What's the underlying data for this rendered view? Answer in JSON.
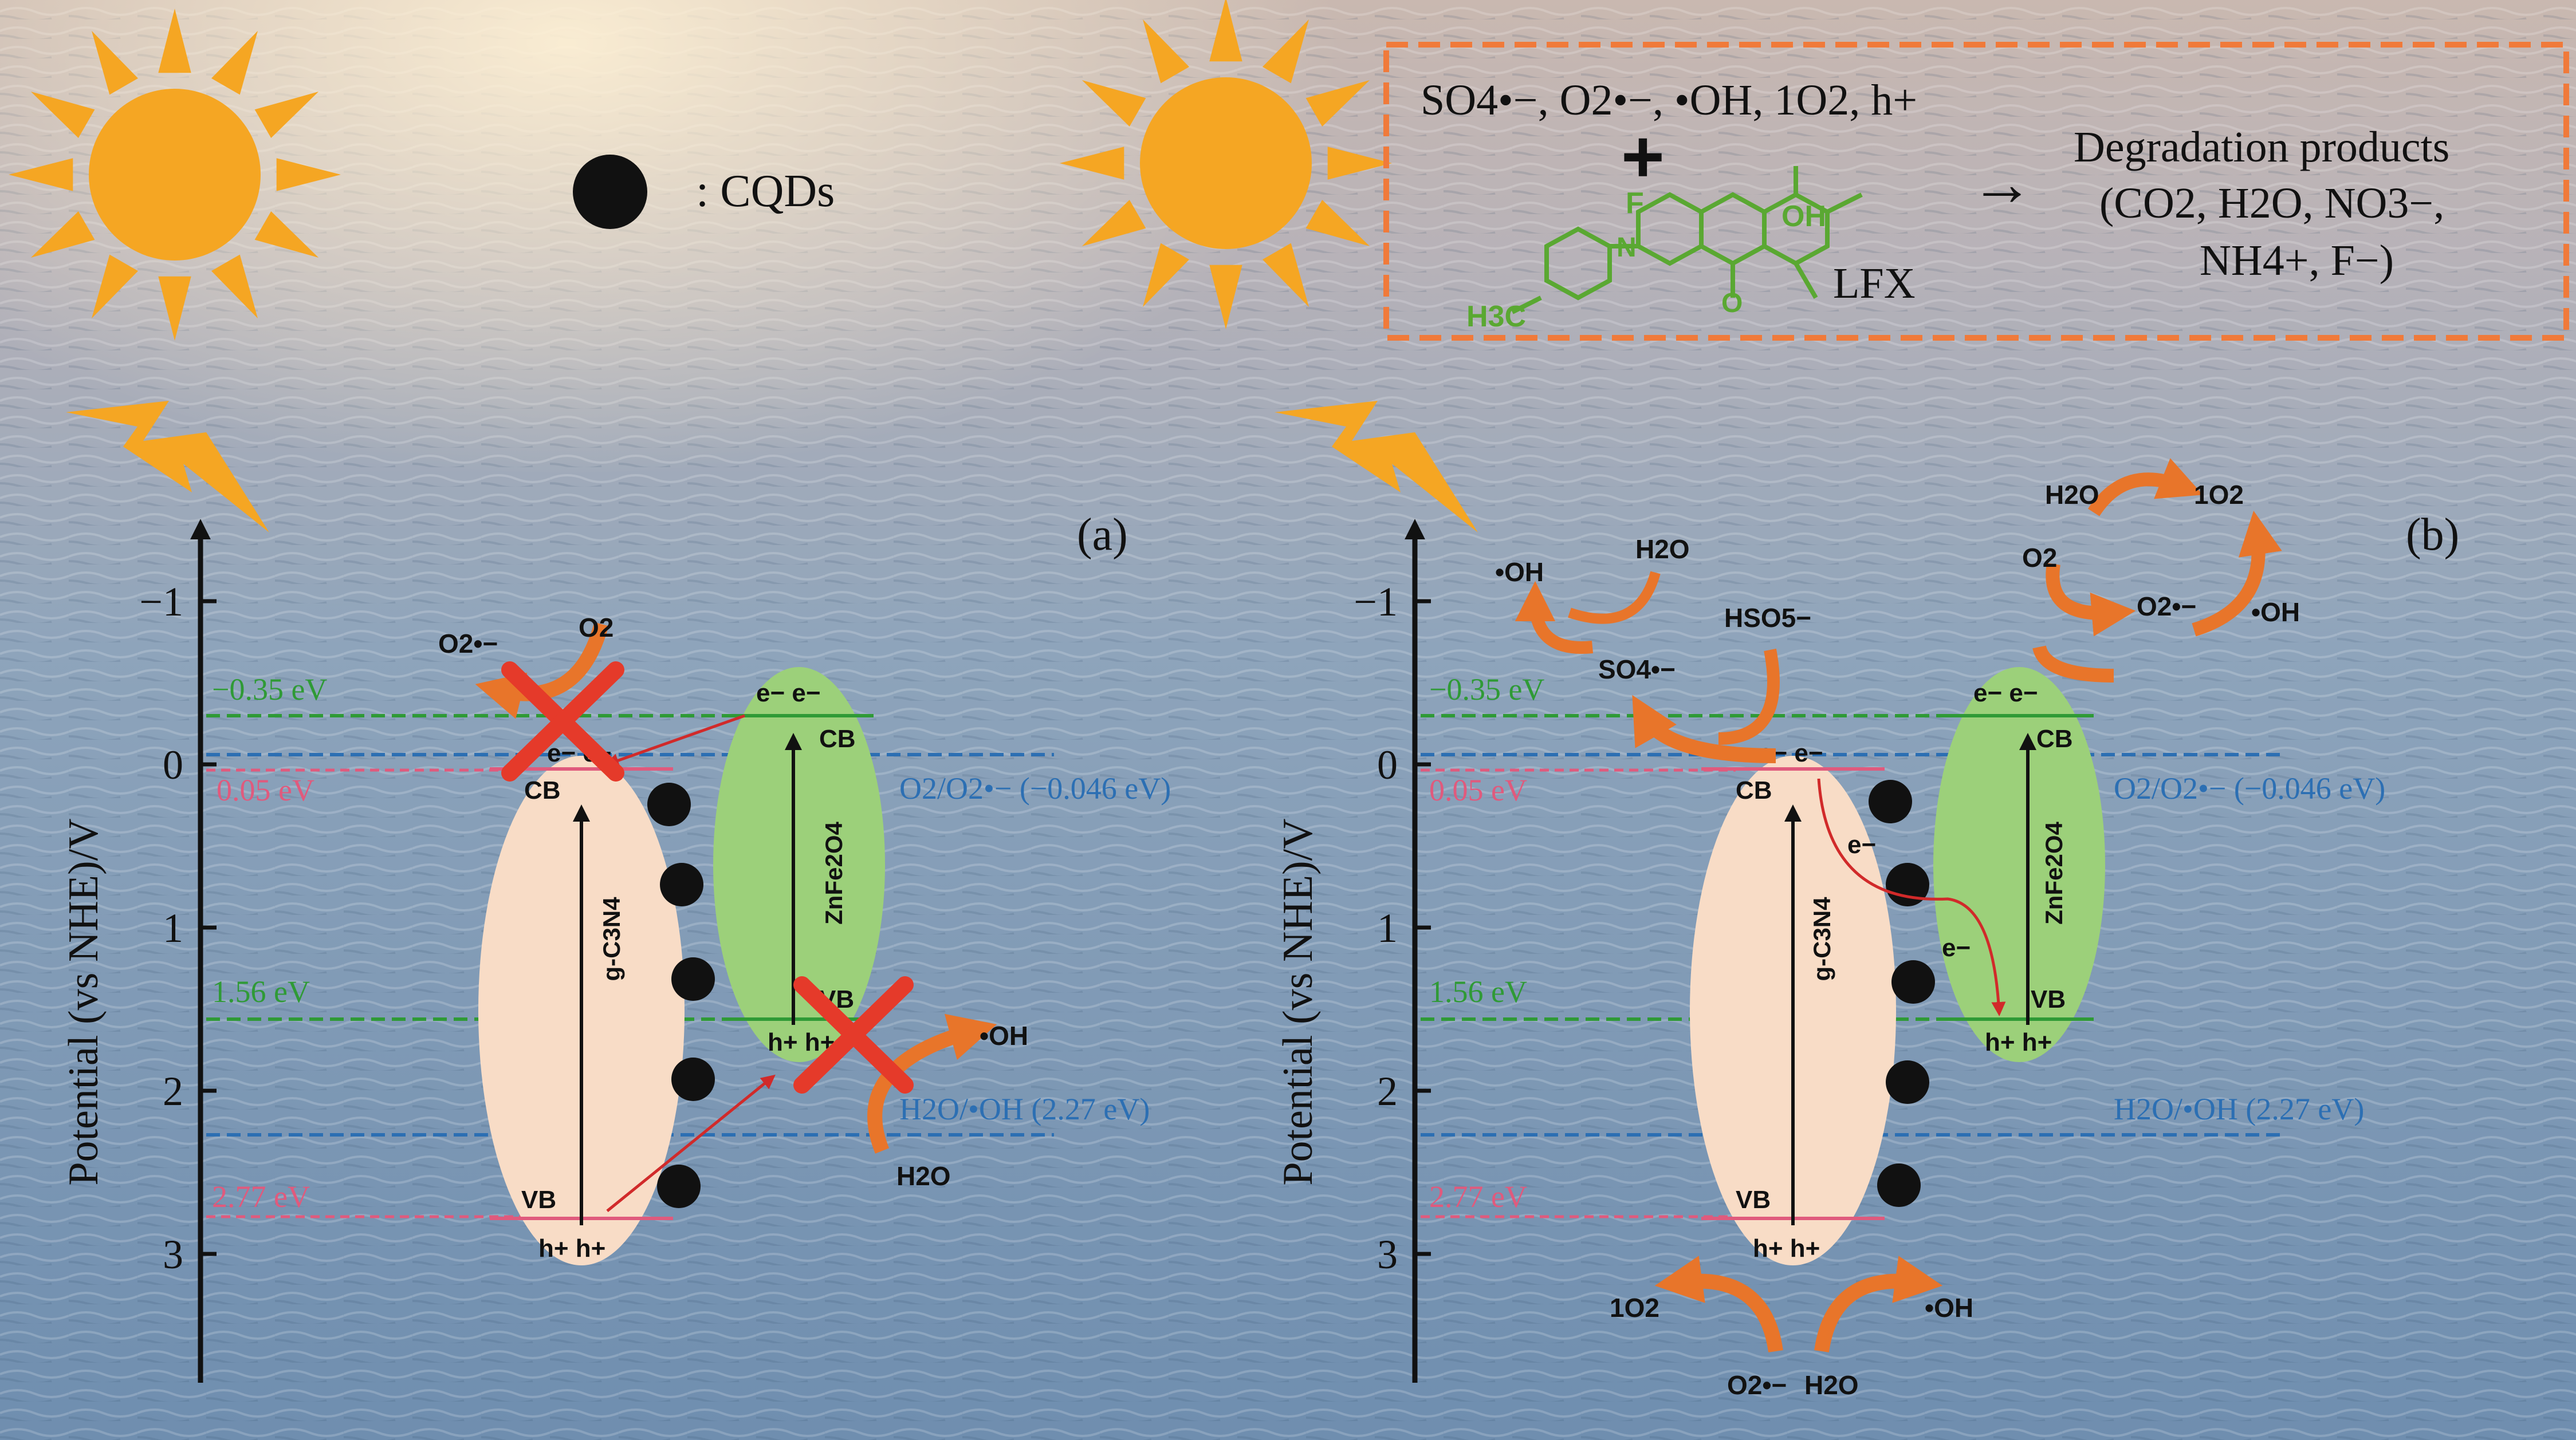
{
  "colors": {
    "sun": "#f5a623",
    "gcn_body": "#f8dcc6",
    "zfo_body": "#9cd07a",
    "arrow_orange": "#e8752a",
    "cross_red": "#e53a2a",
    "line_green": "#2f9a36",
    "line_blue": "#2c6fb3",
    "line_pink": "#e05a7d",
    "molecule_green": "#5aa832",
    "box_border": "#f07a3a"
  },
  "legend": {
    "cqd_label": ": CQDs"
  },
  "reaction_box": {
    "species_line": "SO4•−, O2•−, •OH, 1O2, h+",
    "plus": "+",
    "molecule_name": "LFX",
    "mol_F": "F",
    "mol_OH": "OH",
    "mol_H3C": "H3C",
    "mol_N": "N",
    "mol_O": "O",
    "arrow": "→",
    "products_line1": "Degradation products",
    "products_line2": "(CO2, H2O, NO3−,",
    "products_line3": "NH4+, F−)"
  },
  "axis": {
    "ylabel": "Potential (vs NHE)/V",
    "ticks": [
      "−1",
      "0",
      "1",
      "2",
      "3"
    ]
  },
  "panels": {
    "a": {
      "label": "(a)"
    },
    "b": {
      "label": "(b)"
    }
  },
  "levels": {
    "zfo_cb": "−0.35 eV",
    "gcn_cb": "0.05 eV",
    "zfo_vb": "1.56 eV",
    "gcn_vb": "2.77 eV",
    "o2_couple": "O2/O2•− (−0.046 eV)",
    "h2o_couple": "H2O/•OH (2.27 eV)"
  },
  "bands": {
    "gcn_name": "g-C3N4",
    "zfo_name": "ZnFe2O4",
    "cb": "CB",
    "vb": "VB",
    "electrons": "e− e−",
    "holes": "h+ h+",
    "electron_single": "e−"
  },
  "species": {
    "o2": "O2",
    "o2_rad": "O2•−",
    "oh_rad": "•OH",
    "h2o": "H2O",
    "hso5": "HSO5−",
    "so4_rad": "SO4•−",
    "singlet_o2": "1O2"
  }
}
